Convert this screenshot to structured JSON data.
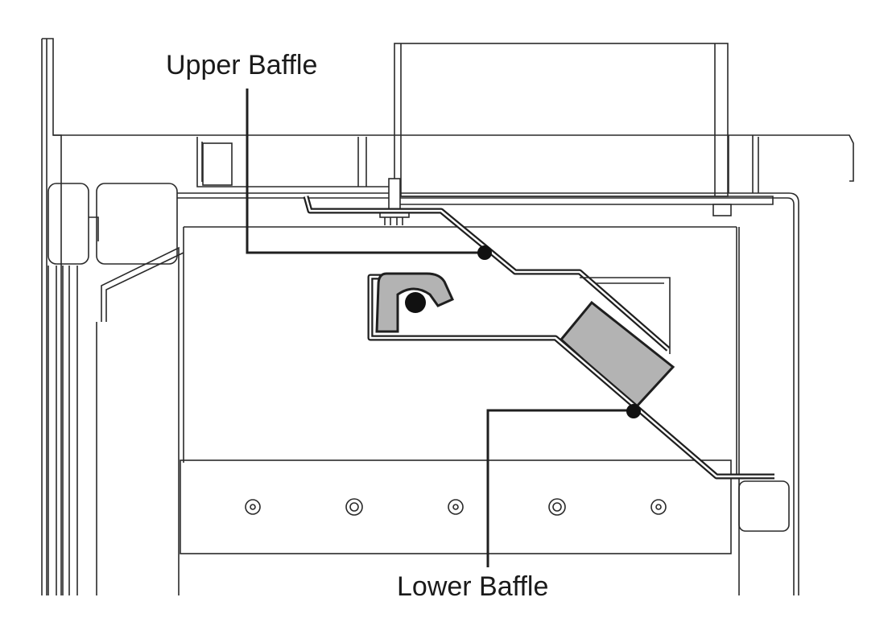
{
  "labels": {
    "upper_baffle": "Upper Baffle",
    "lower_baffle": "Lower Baffle"
  },
  "colors": {
    "line": "#1f1f1f",
    "fill_gray": "#b3b3b3",
    "background": "#ffffff"
  },
  "fastener_count": 5
}
